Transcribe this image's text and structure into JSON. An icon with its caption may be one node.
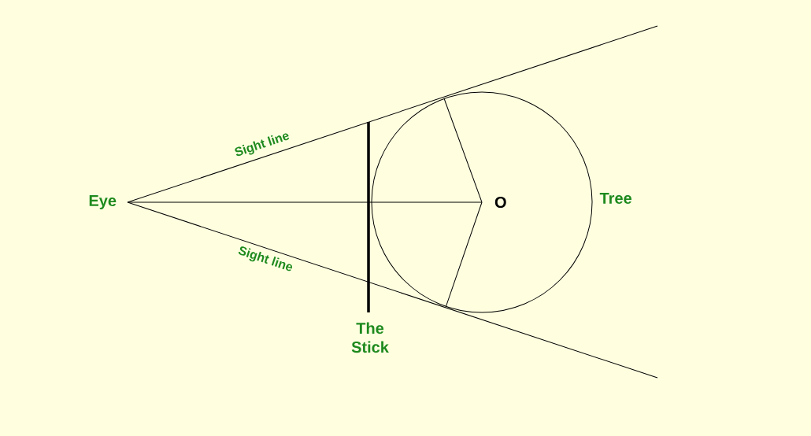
{
  "diagram": {
    "nodes": [
      {
        "text": [
          "Eye"
        ]
      },
      {
        "text": [
          "Tree"
        ]
      },
      {
        "text": [
          "O"
        ],
        "in": 1
      },
      {
        "text": [
          "The Stick"
        ]
      }
    ],
    "edges": [
      {
        "from": 0,
        "to": 2,
        "arrow": "none"
      },
      {
        "from": 0,
        "to": null,
        "arrow": "none",
        "label": "Sight line"
      },
      {
        "from": 0,
        "to": null,
        "arrow": "none",
        "label": "Sight line"
      },
      {
        "from": 2,
        "to": 1,
        "arrow": "none"
      },
      {
        "from": 2,
        "to": 1,
        "arrow": "none"
      }
    ]
  }
}
